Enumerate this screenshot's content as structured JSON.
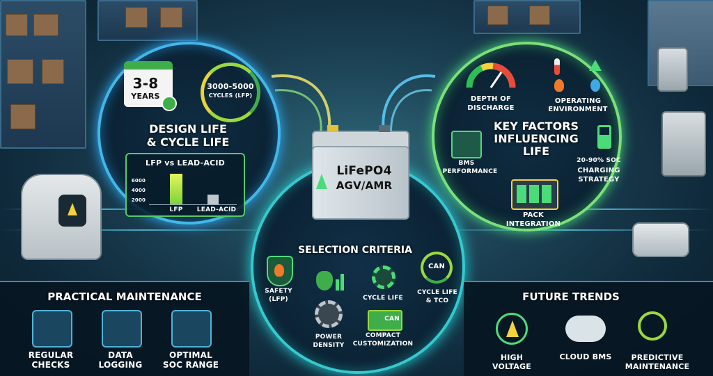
{
  "battery": {
    "line1": "LiFePO4",
    "line2": "AGV/AMR"
  },
  "design_life": {
    "years_value": "3-8",
    "years_unit": "YEARS",
    "cycles_value": "3000-5000",
    "cycles_unit": "CYCLES (LFP)",
    "title_line1": "DESIGN LIFE",
    "title_line2": "& CYCLE LIFE",
    "comparison_title": "LFP vs LEAD-ACID",
    "axis_ticks": [
      "6000",
      "4000",
      "2000"
    ],
    "bar_labels": [
      "LFP",
      "LEAD-ACID"
    ]
  },
  "key_factors": {
    "title_line1": "KEY FACTORS",
    "title_line2": "INFLUENCING",
    "title_line3": "LIFE",
    "items": [
      {
        "icon": "gauge-icon",
        "line1": "DEPTH OF",
        "line2": "DISCHARGE"
      },
      {
        "icon": "thermometer-icon",
        "line1": "OPERATING",
        "line2": "ENVIRONMENT"
      },
      {
        "icon": "chip-handshake-icon",
        "line1": "BMS",
        "line2": "PERFORMANCE"
      },
      {
        "icon": "battery-charging-icon",
        "line1": "20-90% SOC",
        "line2": "CHARGING",
        "line3": "STRATEGY"
      },
      {
        "icon": "battery-pack-icon",
        "line1": "PACK",
        "line2": "INTEGRATION"
      }
    ]
  },
  "selection": {
    "title": "SELECTION CRITERIA",
    "items": [
      {
        "icon": "shield-flame-icon",
        "line1": "SAFETY",
        "line2": "(LFP)"
      },
      {
        "icon": "money-chart-icon",
        "line1": "",
        "line2": ""
      },
      {
        "icon": "gear-bolt-icon",
        "line1": "CYCLE LIFE",
        "line2": ""
      },
      {
        "icon": "can-cycle-icon",
        "line1": "CYCLE LIFE",
        "line2": "& TCO"
      },
      {
        "icon": "power-gear-icon",
        "line1": "POWER",
        "line2": "DENSITY"
      },
      {
        "icon": "can-chip-icon",
        "line1": "COMPACT",
        "line2": "CUSTOMIZATION"
      }
    ],
    "can_label": "CAN"
  },
  "maintenance": {
    "title": "PRACTICAL MAINTENANCE",
    "items": [
      {
        "icon": "checklist-icon",
        "line1": "REGULAR",
        "line2": "CHECKS"
      },
      {
        "icon": "data-log-icon",
        "line1": "DATA",
        "line2": "LOGGING"
      },
      {
        "icon": "soc-gauge-icon",
        "line1": "OPTIMAL",
        "line2": "SOC RANGE"
      }
    ]
  },
  "future": {
    "title": "FUTURE TRENDS",
    "items": [
      {
        "icon": "lightning-icon",
        "line1": "HIGH",
        "line2": "VOLTAGE"
      },
      {
        "icon": "cloud-gear-icon",
        "line1": "CLOUD BMS",
        "line2": ""
      },
      {
        "icon": "magnifier-chart-icon",
        "line1": "PREDICTIVE",
        "line2": "MAINTENANCE"
      }
    ]
  },
  "colors": {
    "blue_glow": "#43b7e8",
    "green_glow": "#7be07a",
    "teal_glow": "#36c9d0",
    "accent_yellow": "#f5d33a"
  }
}
